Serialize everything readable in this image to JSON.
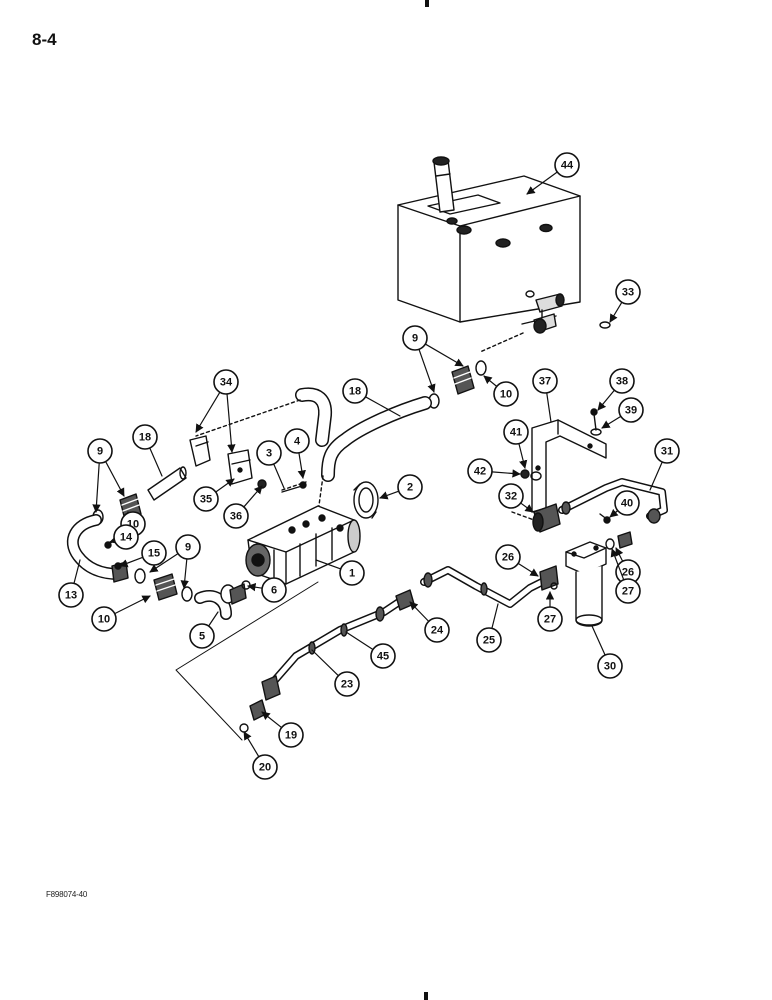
{
  "page": {
    "number": "8-4",
    "figure_code": "F898074-40"
  },
  "callouts": [
    "44",
    "33",
    "9",
    "10",
    "18",
    "34",
    "37",
    "38",
    "39",
    "31",
    "41",
    "42",
    "32",
    "40",
    "26",
    "27",
    "4",
    "3",
    "2",
    "35",
    "36",
    "1",
    "14",
    "15",
    "13",
    "6",
    "5",
    "24",
    "25",
    "30",
    "45",
    "23",
    "19",
    "20"
  ],
  "parts": [
    "hydraulic-tank",
    "tank-filler-neck",
    "tank-fitting",
    "hose-clamp",
    "suction-hose",
    "hose-connector",
    "hydraulic-pump",
    "pump-gasket",
    "pump-elbow",
    "return-tube",
    "pressure-tube",
    "filter-assembly",
    "filter-mounting-bracket",
    "tube-bracket",
    "plug"
  ]
}
